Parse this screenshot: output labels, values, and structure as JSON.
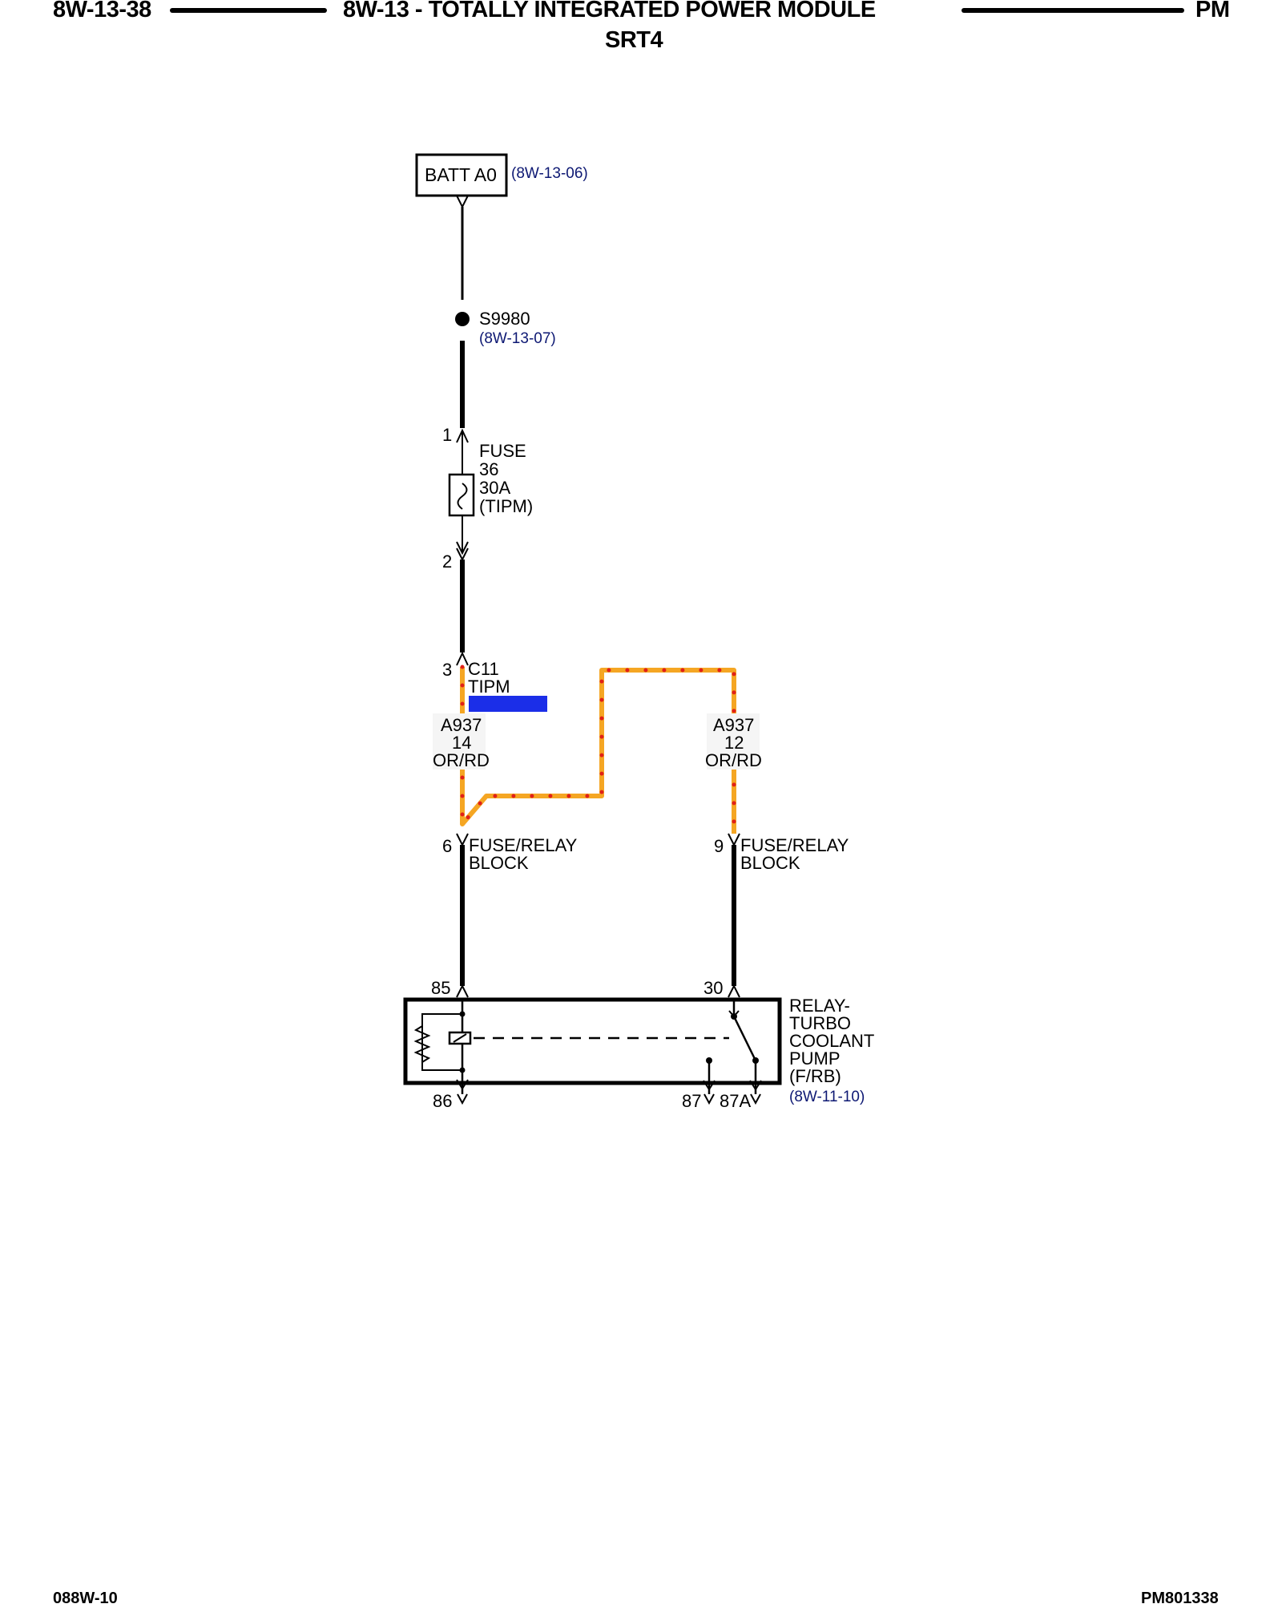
{
  "header": {
    "page_left": "8W-13-38",
    "title": "8W-13 - TOTALLY INTEGRATED POWER MODULE",
    "subtitle": "SRT4",
    "page_right": "PM"
  },
  "batt": {
    "label": "BATT A0",
    "ref": "(8W-13-06)"
  },
  "splice": {
    "id": "S9980",
    "ref": "(8W-13-07)"
  },
  "fuse": {
    "pin_in": "1",
    "pin_out": "2",
    "line1": "FUSE",
    "line2": "36",
    "line3": "30A",
    "line4": "(TIPM)"
  },
  "connector": {
    "pin": "3",
    "id": "C11",
    "name": "TIPM"
  },
  "wire_left": {
    "circuit": "A937",
    "gauge": "14",
    "color": "OR/RD"
  },
  "wire_right": {
    "circuit": "A937",
    "gauge": "12",
    "color": "OR/RD"
  },
  "frb_left": {
    "pin": "6",
    "line1": "FUSE/RELAY",
    "line2": "BLOCK"
  },
  "frb_right": {
    "pin": "9",
    "line1": "FUSE/RELAY",
    "line2": "BLOCK"
  },
  "relay": {
    "pin85": "85",
    "pin30": "30",
    "pin86": "86",
    "pin87": "87",
    "pin87a": "87A",
    "line1": "RELAY-",
    "line2": "TURBO",
    "line3": "COOLANT",
    "line4": "PUMP",
    "line5": "(F/RB)",
    "ref": "(8W-11-10)"
  },
  "footer": {
    "left": "088W-10",
    "right": "PM801338"
  },
  "colors": {
    "wire": "#000000",
    "highlight_wire": "#f5a623",
    "highlight_dots": "#e0201a",
    "redaction": "#1b2ee8",
    "ref_text": "#0d1873"
  }
}
